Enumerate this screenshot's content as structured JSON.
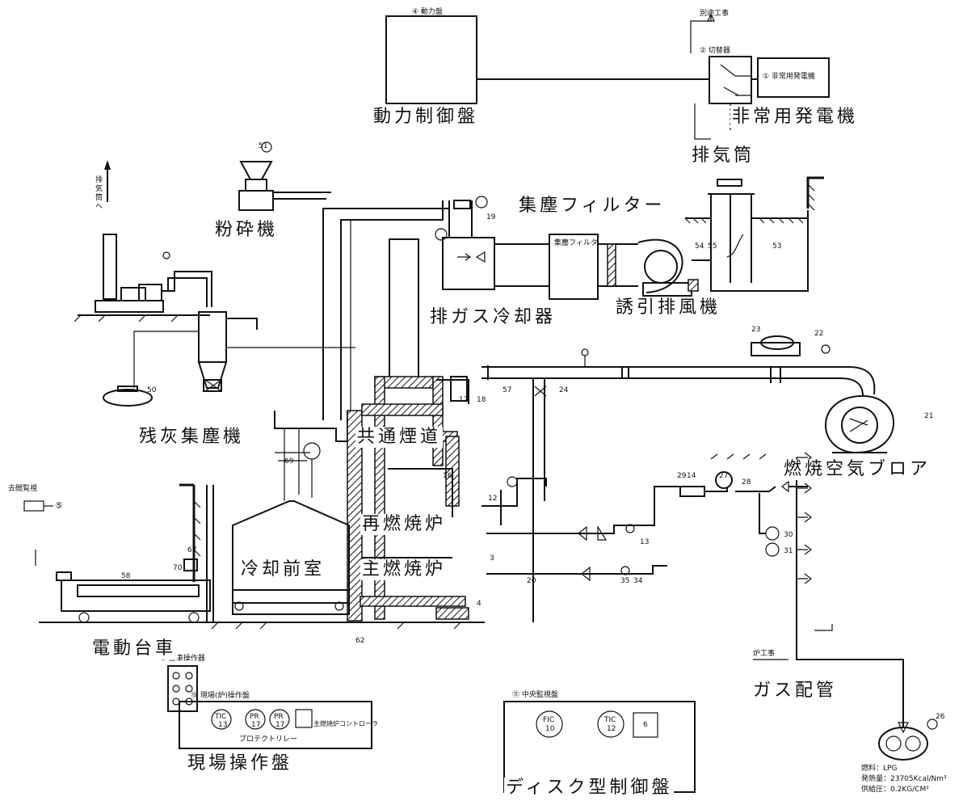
{
  "labels": {
    "power_panel": "動力制御盤",
    "emergency_generator": "非常用発電機",
    "exhaust_stack": "排気筒",
    "dust_filter": "集塵フィルター",
    "crusher": "粉砕機",
    "gas_cooler": "排ガス冷却器",
    "induced_fan": "誘引排風機",
    "residual_ash_collector": "残灰集塵機",
    "common_flue": "共通煙道",
    "combustion_blower": "燃焼空気ブロア",
    "reburn_furnace": "再燃焼炉",
    "cooling_room": "冷却前室",
    "main_furnace": "主燃焼炉",
    "electric_cart": "電動台車",
    "gas_piping": "ガス配管",
    "field_panel": "現場操作盤",
    "disc_panel": "ディスク型制御盤"
  },
  "small_labels": {
    "power_box": "④ 動力盤",
    "switch_box": "② 切替器",
    "generator_box": "① 非常用発電機",
    "electrical_work": "別途工事",
    "filter_tag": "集塵フィルタ",
    "left_note": "排気筒へ",
    "window_label": "去閲覧視",
    "window_num": "⑤",
    "field_panel_title": "⑮ 現場(炉)操作盤",
    "remote_title": "⑨ 台車操作器",
    "disc_panel_title": "⑪ 中央監視盤",
    "protect_relay": "プロテクトリレー",
    "main_burner_ctrl": "主燃焼炉コントローラ",
    "gas_work": "炉工事",
    "fuel_line": "燃料：LPG",
    "heat_line": "発熱量：23705Kcal/Nm³",
    "pressure_line": "供給圧：0.2KG/CM²"
  },
  "panel_instruments": {
    "tic": "TIC",
    "tic_no": "13",
    "pr1": "PR",
    "pr1_no": "17",
    "pr2": "PR",
    "pr2_no": "17",
    "fic": "FIC",
    "fic_no": "10",
    "tic2": "TIC",
    "tic2_no": "12",
    "rec_no": "6"
  },
  "tags": {
    "t51": "51",
    "t19": "19",
    "t53": "53",
    "t54": "54",
    "t55": "55",
    "t23": "23",
    "t22": "22",
    "t21": "21",
    "t57": "57",
    "t24": "24",
    "t18": "18",
    "t17": "17",
    "t16": "16",
    "t3": "3",
    "t12": "12",
    "t29": "29",
    "t14": "14",
    "t27": "27",
    "t28": "28",
    "t30": "30",
    "t31": "31",
    "t20": "20",
    "t34": "34",
    "t35": "35",
    "t13": "13",
    "t4": "4",
    "t69": "69",
    "t67": "67",
    "t70": "70",
    "t58": "58",
    "t62": "62",
    "t50": "50",
    "t26": "26"
  }
}
